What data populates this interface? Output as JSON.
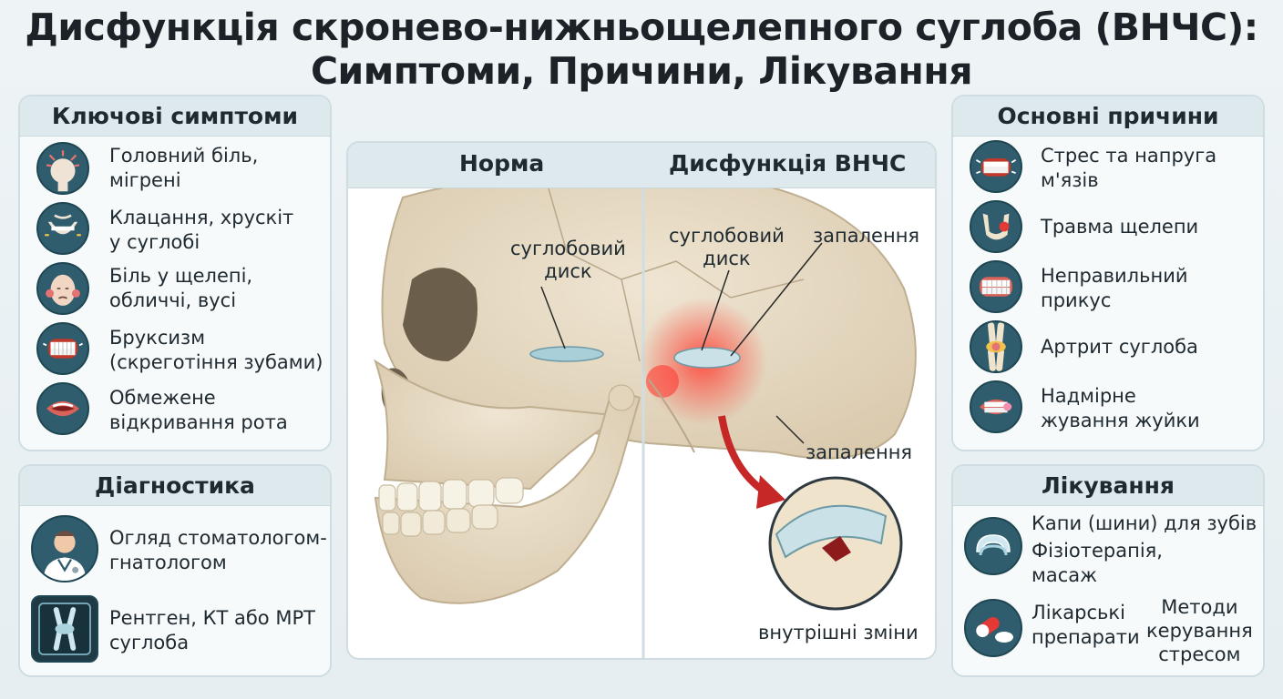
{
  "title": {
    "line1": "Дисфункція скронево-нижньощелепного суглоба (ВНЧС):",
    "line2": "Симптоми, Причини, Лікування"
  },
  "symptoms": {
    "header": "Ключові симптоми",
    "items": [
      {
        "text": "Головний біль,\nмігрені",
        "icon": "head-pain-icon"
      },
      {
        "text": "Клацання, хрускіт\nу суглобі",
        "icon": "jaw-click-icon"
      },
      {
        "text": "Біль у щелепі,\nобличчі, вусі",
        "icon": "face-pain-icon"
      },
      {
        "text": "Бруксизм\n(скреготіння зубами)",
        "icon": "grinding-teeth-icon"
      },
      {
        "text": "Обмежене\nвідкривання рота",
        "icon": "mouth-icon"
      }
    ]
  },
  "diagnostics": {
    "header": "Діагностика",
    "items": [
      {
        "text": "Огляд стоматологом-\nгнатологом",
        "icon": "doctor-icon"
      },
      {
        "text": "Рентген, КТ або МРТ\nсуглоба",
        "icon": "xray-icon"
      }
    ]
  },
  "diagram": {
    "normal_label": "Норма",
    "dysfunction_label": "Дисфункція ВНЧС",
    "disc_label_normal": "суглобовий\nдиск",
    "disc_label_dys": "суглобовий\nдиск",
    "inflammation_top": "запалення",
    "inflammation_bottom": "запалення",
    "internal_changes": "внутрішні зміни"
  },
  "causes": {
    "header": "Основні причини",
    "items": [
      {
        "text": "Стрес та напруга\nм'язів",
        "icon": "stress-teeth-icon"
      },
      {
        "text": "Травма щелепи",
        "icon": "jaw-trauma-icon"
      },
      {
        "text": "Неправильний\nприкус",
        "icon": "bite-icon"
      },
      {
        "text": "Артрит суглоба",
        "icon": "arthritis-icon"
      },
      {
        "text": "Надмірне\nжування жуйки",
        "icon": "chewing-icon"
      }
    ]
  },
  "treatment": {
    "header": "Лікування",
    "mouthguard": "Капи (шини) для зубів",
    "physio": "Фізіотерапія,\nмасаж",
    "meds": "Лікарські\nпрепарати",
    "stress": "Методи\nкерування\nстресом"
  },
  "colors": {
    "accent": "#2f5d6d",
    "panel_header": "#dde9ed",
    "bone": "#e6d9c2",
    "inflammation": "#e53935"
  }
}
